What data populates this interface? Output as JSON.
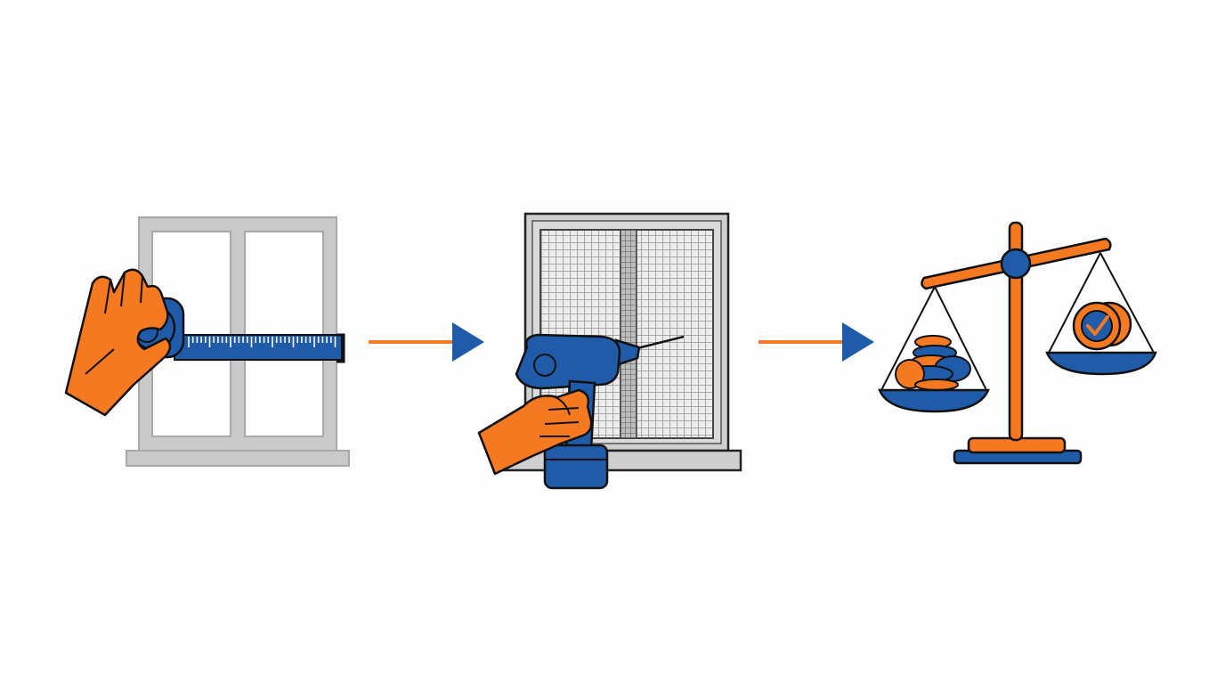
{
  "colors": {
    "background": "#fdfdfd",
    "orange": "#f47920",
    "blue": "#1f5ba8",
    "outline": "#111111",
    "frame_gray": "#c4c4c4",
    "frame_stroke": "#a9a9a9",
    "mesh_fill": "#e8e8e8",
    "mesh_line": "#555555"
  },
  "steps": [
    {
      "id": "measure",
      "icons": [
        "window-frame-icon",
        "hand-icon",
        "tape-measure-icon"
      ]
    },
    {
      "id": "install",
      "icons": [
        "screen-window-icon",
        "hand-icon",
        "power-drill-icon"
      ]
    },
    {
      "id": "compare",
      "icons": [
        "balance-scale-icon",
        "coin-stack-icon",
        "checkmark-coin-icon"
      ]
    }
  ],
  "connectors": [
    {
      "from": "measure",
      "to": "install",
      "icon": "arrow-right-icon"
    },
    {
      "from": "install",
      "to": "compare",
      "icon": "arrow-right-icon"
    }
  ]
}
